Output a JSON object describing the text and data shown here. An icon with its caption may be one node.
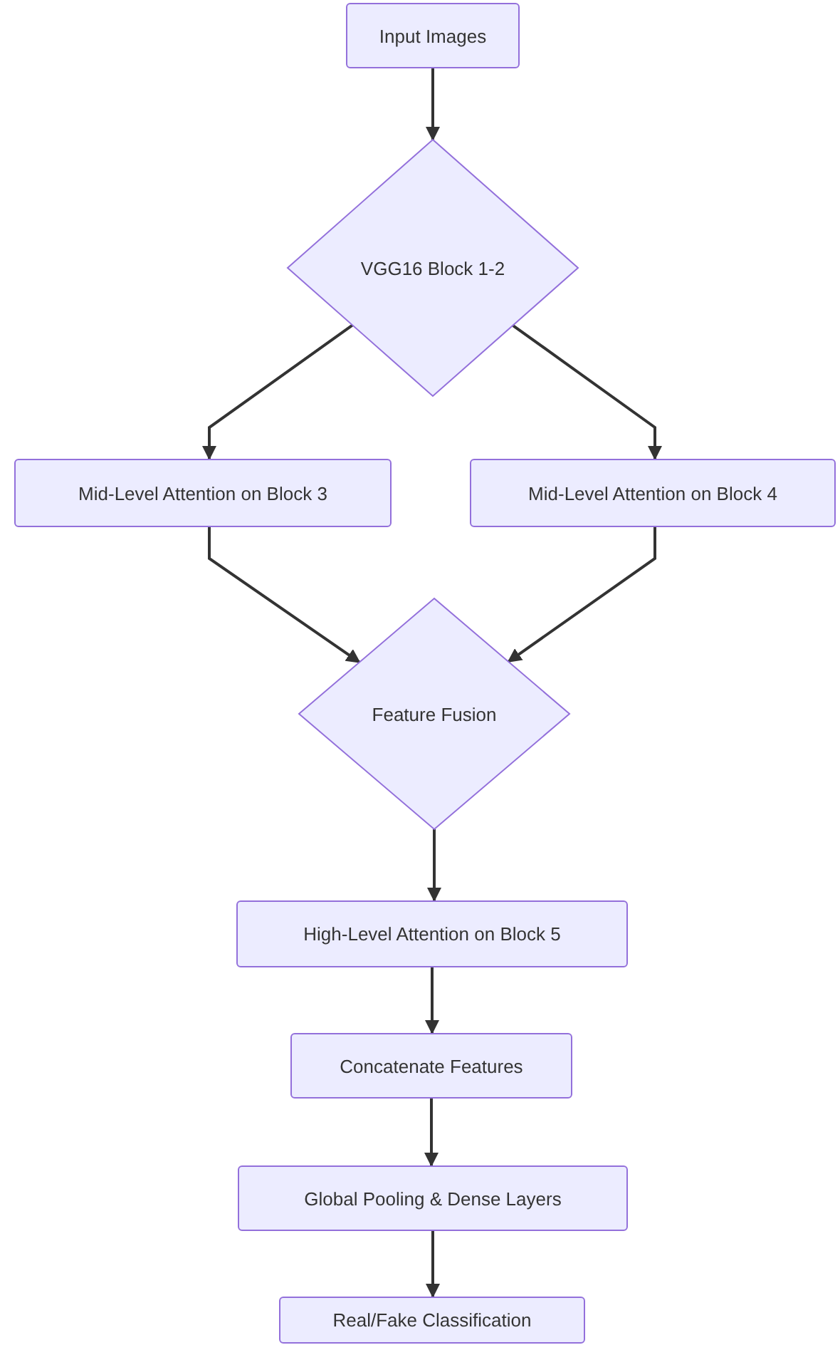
{
  "diagram": {
    "nodes": [
      {
        "text": [
          "Input Images"
        ]
      },
      {
        "text": [
          "VGG16 Block 1-2"
        ]
      },
      {
        "text": [
          "Mid-Level Attention on Block 3"
        ]
      },
      {
        "text": [
          "Mid-Level Attention on Block 4"
        ]
      },
      {
        "text": [
          "Feature Fusion"
        ]
      },
      {
        "text": [
          "High-Level Attention on Block 5"
        ]
      },
      {
        "text": [
          "Concatenate Features"
        ]
      },
      {
        "text": [
          "Global Pooling & Dense Layers"
        ]
      },
      {
        "text": [
          "Real/Fake Classification"
        ]
      }
    ],
    "edges": [
      {
        "from": 0,
        "to": 1,
        "arrow": "to"
      },
      {
        "from": 1,
        "to": 2,
        "arrow": "to"
      },
      {
        "from": 1,
        "to": 3,
        "arrow": "to"
      },
      {
        "from": 2,
        "to": 4,
        "arrow": "to"
      },
      {
        "from": 3,
        "to": 4,
        "arrow": "to"
      },
      {
        "from": 4,
        "to": 5,
        "arrow": "to"
      },
      {
        "from": 5,
        "to": 6,
        "arrow": "to"
      },
      {
        "from": 6,
        "to": 7,
        "arrow": "to"
      },
      {
        "from": 7,
        "to": 8,
        "arrow": "to"
      }
    ]
  }
}
